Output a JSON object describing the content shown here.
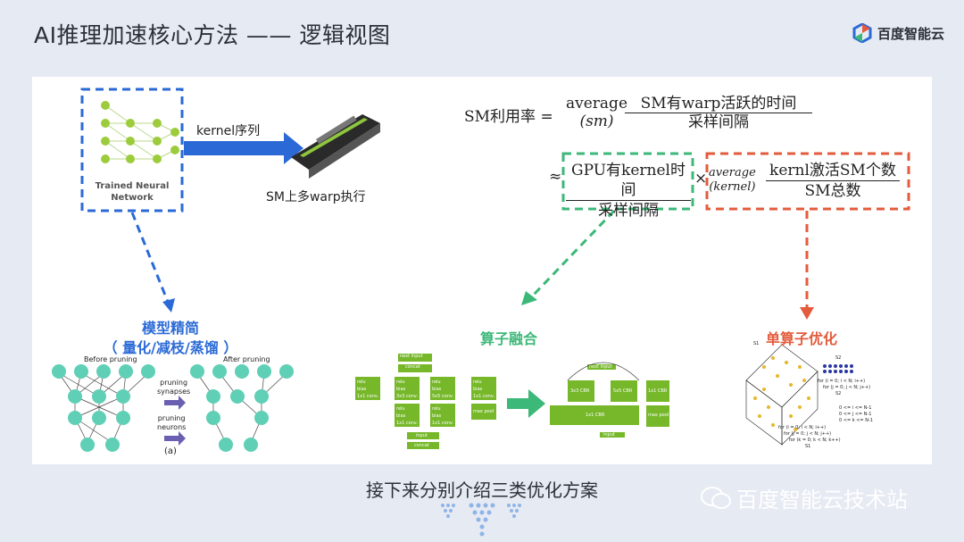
{
  "title": "AI推理加速核心方法 —— 逻辑视图",
  "logo_text": "百度智能云",
  "nn_label": [
    "Trained Neural",
    "Network"
  ],
  "kernel_arrow_label": "kernel序列",
  "gpu_caption": "SM上多warp执行",
  "formula": {
    "lhs": "SM利用率 =",
    "avg": "average",
    "sm": "(sm)",
    "num1": "SM有warp活跃的时间",
    "den1": "采样间隔",
    "approx": "≈",
    "num2": "GPU有kernel时间",
    "den2": "采样间隔",
    "times": "×",
    "avg2": "average",
    "kernel": "(kernel)",
    "num3": "kernl激活SM个数",
    "den3": "SM总数"
  },
  "left_section": {
    "title": "模型精简",
    "subtitle": "（ 量化/减枝/蒸馏 ）",
    "before": "Before pruning",
    "after": "After pruning",
    "syn": [
      "pruning",
      "synapses"
    ],
    "neu": [
      "pruning",
      "neurons"
    ],
    "fig": "(a)"
  },
  "mid_section": {
    "title": "算子融合",
    "left_labels": [
      "next input",
      "concat",
      "relu",
      "bias",
      "1x1 conv.",
      "relu",
      "bias",
      "3x3 conv.",
      "relu",
      "bias",
      "5x5 conv.",
      "relu",
      "bias",
      "1x1 conv.",
      "relu",
      "bias",
      "1x1 conv.",
      "relu",
      "bias",
      "1x1 conv.",
      "max pool",
      "input",
      "concat"
    ],
    "right_labels": [
      "next input",
      "3x3 CBR",
      "5x5 CBR",
      "1x1 CBR",
      "1x1 CBR",
      "max pool",
      "input"
    ]
  },
  "right_section": {
    "title": "单算子优化",
    "code": [
      "for (i = 0; i < N; i++)",
      "for (j = 0; j < N; j++)",
      "S2",
      "0 <= i <= N-1",
      "0 <= j <= N-1",
      "0 <= k <= N-1",
      "for (i = 0; i < N; i++)",
      "for (j = 0; j < N; j++)",
      "for (k = 0; k < N; k++)",
      "S1",
      "S1",
      "S2"
    ]
  },
  "bottom_text": "接下来分别介绍三类优化方案",
  "watermark": "百度智能云技术站",
  "colors": {
    "blue": "#2b6ad6",
    "green": "#3cb878",
    "red": "#e35b3c",
    "node": "#9ccc3c",
    "teal": "#5fcfb6"
  }
}
